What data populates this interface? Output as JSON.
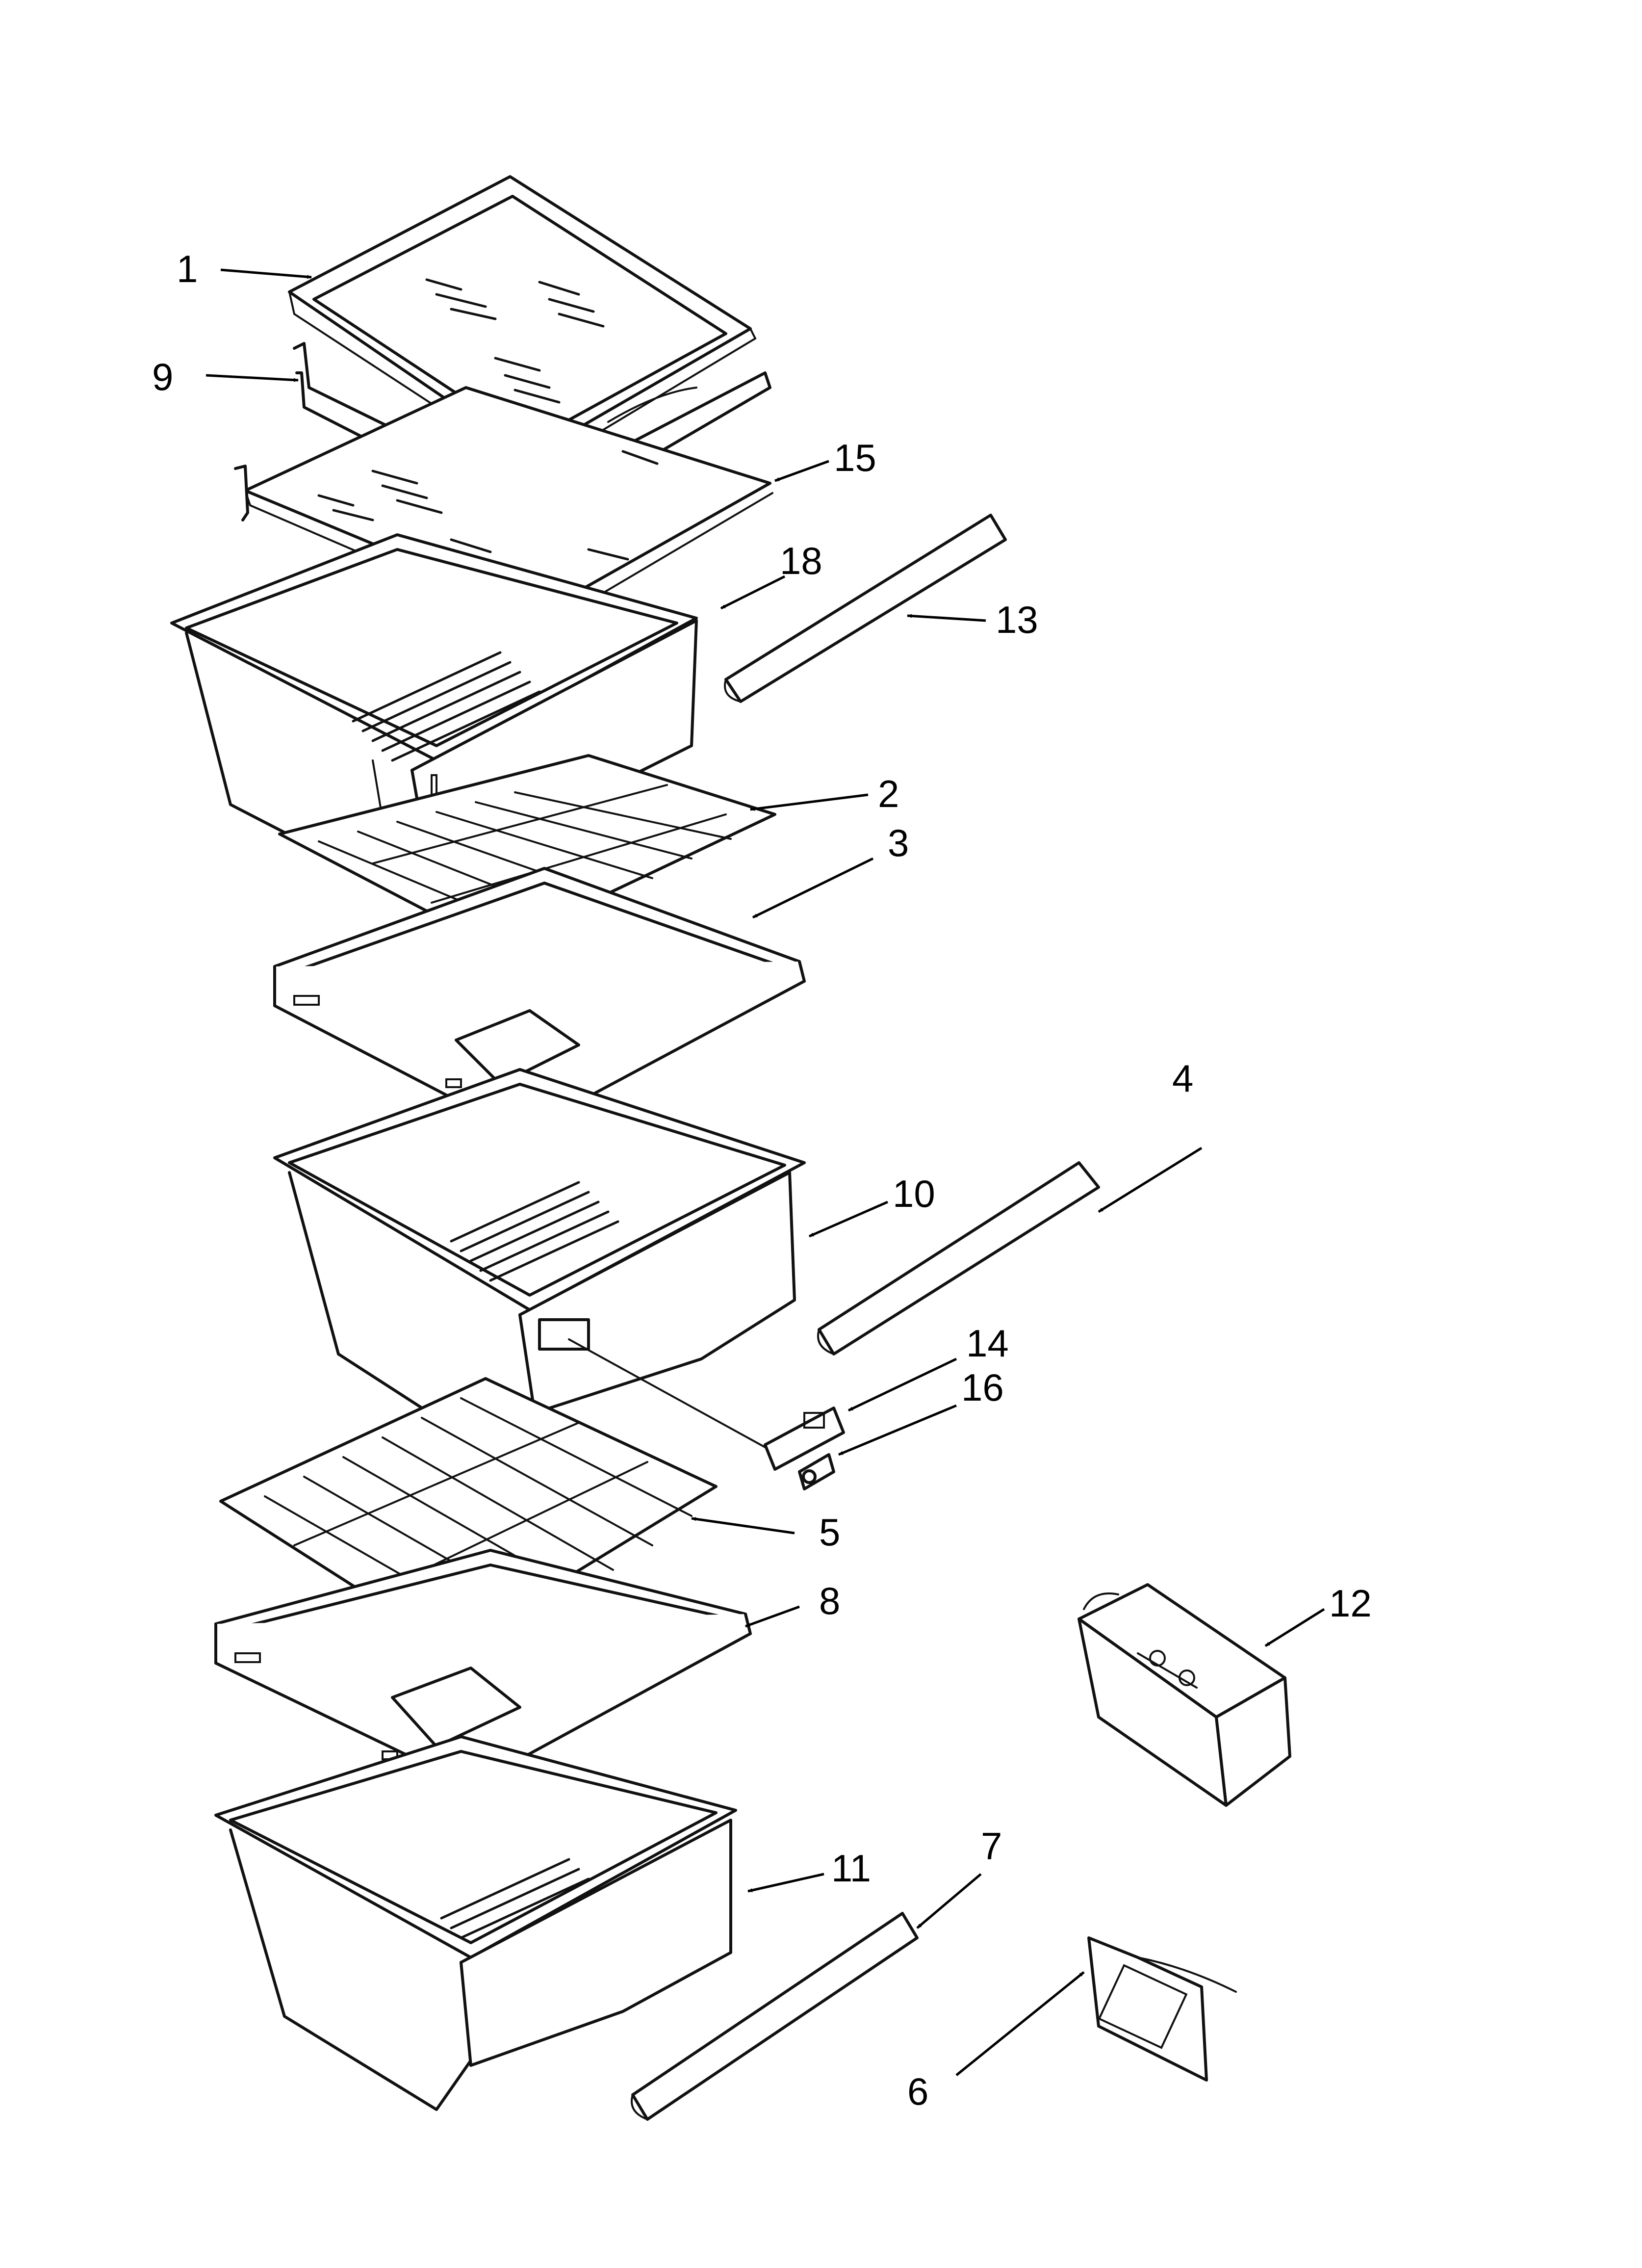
{
  "callouts": [
    {
      "label": "1",
      "part": "crisper-cover-frame-top"
    },
    {
      "label": "9",
      "part": "cover-support-bracket"
    },
    {
      "label": "15",
      "part": "glass-insert-upper"
    },
    {
      "label": "18",
      "part": "crisper-cover-lower-glass"
    },
    {
      "label": "13",
      "part": "slide-rail-upper"
    },
    {
      "label": "2",
      "part": "glass-shelf-middle"
    },
    {
      "label": "3",
      "part": "crisper-cover-frame-middle"
    },
    {
      "label": "4",
      "part": "slide-rail-middle"
    },
    {
      "label": "10",
      "part": "crisper-drawer-middle"
    },
    {
      "label": "14",
      "part": "humidity-control-slide"
    },
    {
      "label": "16",
      "part": "humidity-control-clip"
    },
    {
      "label": "5",
      "part": "glass-shelf-lower"
    },
    {
      "label": "8",
      "part": "crisper-cover-frame-lower"
    },
    {
      "label": "12",
      "part": "butter-egg-bin"
    },
    {
      "label": "11",
      "part": "crisper-drawer-lower"
    },
    {
      "label": "7",
      "part": "slide-rail-lower"
    },
    {
      "label": "6",
      "part": "label-holder"
    }
  ]
}
